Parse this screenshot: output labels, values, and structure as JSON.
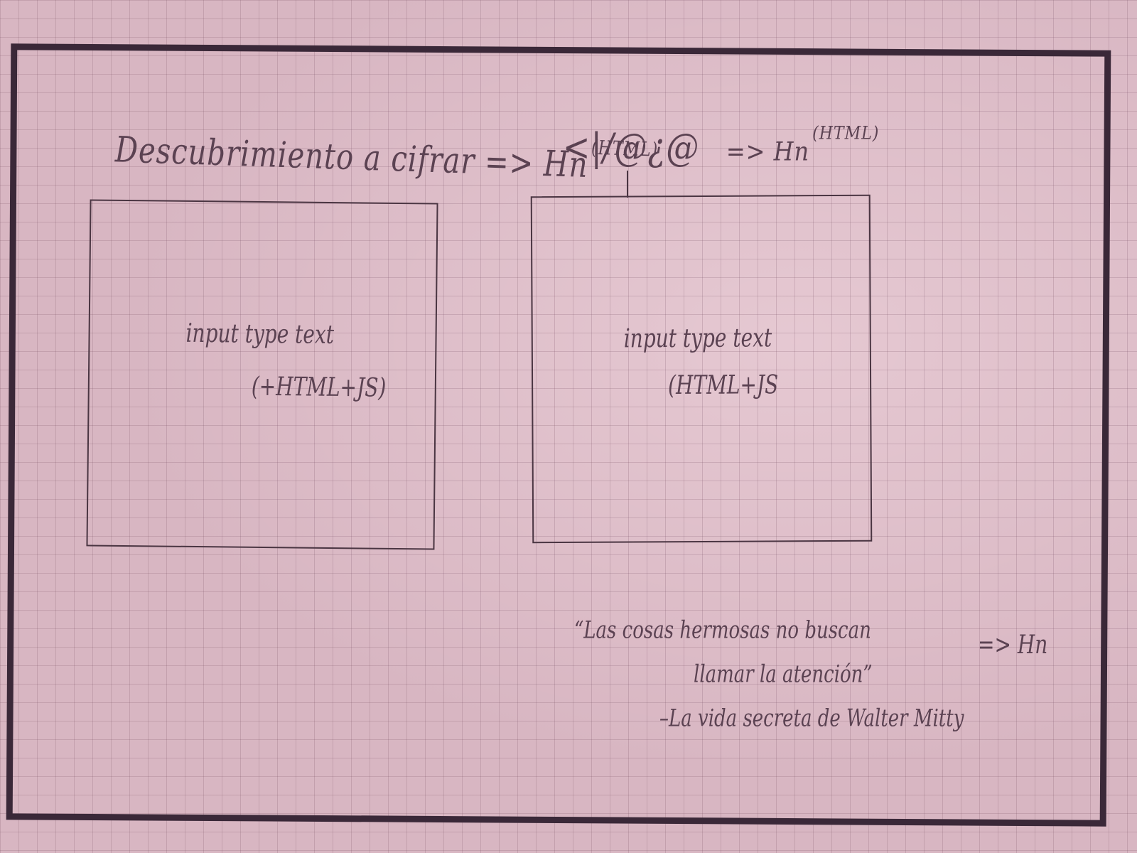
{
  "header_left": {
    "text": "Descubrimiento a cifrar",
    "arrow": "=> Hn",
    "tag": "(HTML)"
  },
  "header_right": {
    "text": "<|/@¿@",
    "arrow": "=> Hn",
    "tag": "(HTML)"
  },
  "left_panel": {
    "line1": "input type text",
    "line2": "(+HTML+JS)"
  },
  "right_panel": {
    "line1": "input type text",
    "line2": "(HTML+JS"
  },
  "quote": {
    "line1": "“Las cosas hermosas no buscan",
    "line2": "llamar la atención”",
    "line3": "–La vida secreta de Walter Mitty",
    "arrow": "=> Hn"
  }
}
